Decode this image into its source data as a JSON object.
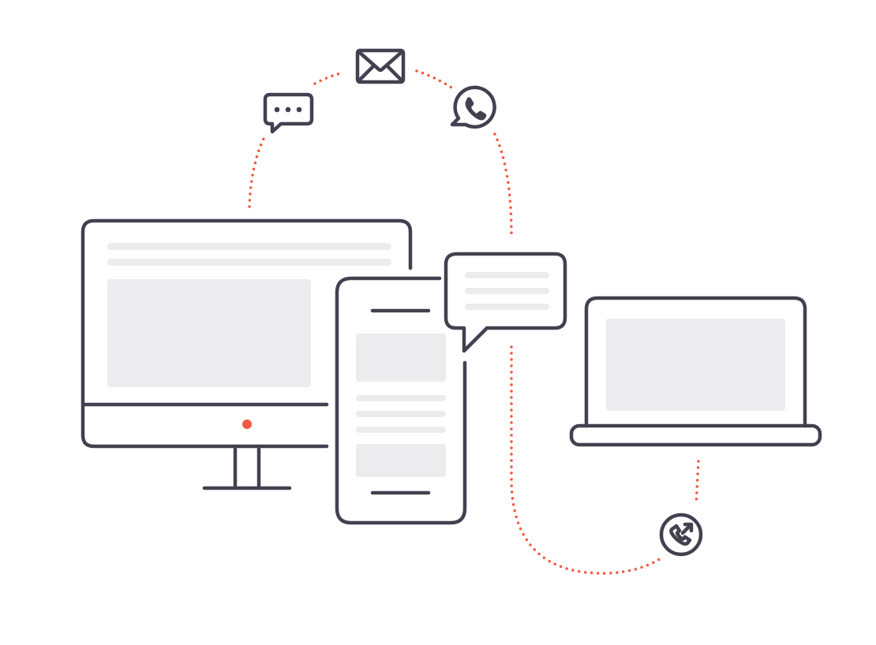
{
  "illustration": {
    "subject": "omnichannel-communication",
    "colors": {
      "stroke": "#45404f",
      "accent": "#ef5a42",
      "placeholder": "#ececee",
      "background": "#ffffff"
    },
    "icons": [
      "chat-bubble-icon",
      "envelope-icon",
      "whatsapp-icon",
      "phone-outgoing-icon"
    ],
    "devices": [
      "desktop-monitor",
      "smartphone",
      "laptop"
    ]
  }
}
